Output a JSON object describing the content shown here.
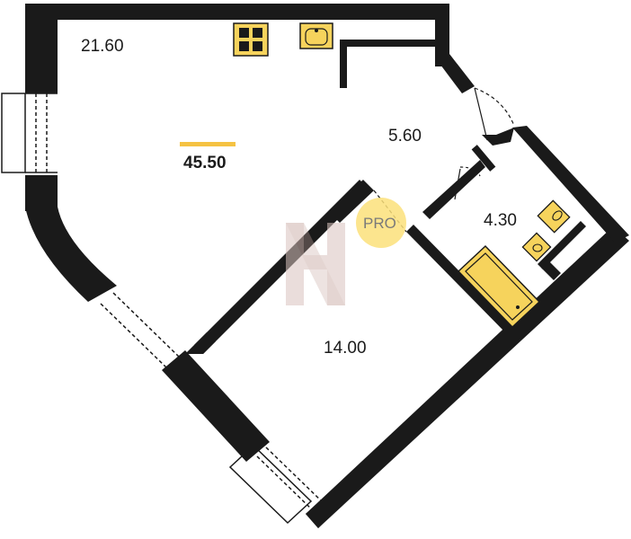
{
  "plan": {
    "total_area": "45.50",
    "rooms": [
      {
        "id": "living-kitchen",
        "area": "21.60"
      },
      {
        "id": "hallway",
        "area": "5.60"
      },
      {
        "id": "bathroom",
        "area": "4.30"
      },
      {
        "id": "bedroom",
        "area": "14.00"
      }
    ],
    "badge": "PRO"
  },
  "colors": {
    "wall": "#1a1a1a",
    "accent": "#f5c242",
    "fixture_fill": "#f6d35c",
    "badge_fill": "#fbe07a",
    "watermark": "#d9c3bf",
    "badge_text": "#7a7a7a"
  }
}
